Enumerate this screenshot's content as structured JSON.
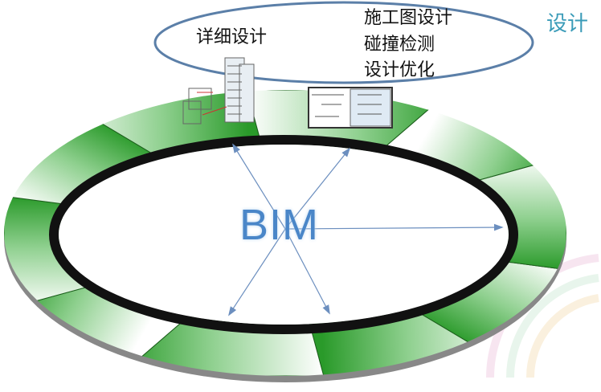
{
  "center_label": "BIM",
  "title_fragment": "设计",
  "callout": {
    "left_label": "详细设计",
    "right_labels": [
      "施工图设计",
      "碰撞检测",
      "设计优化"
    ]
  },
  "colors": {
    "green": "#2e9a2e",
    "band": "#111111",
    "callout_border": "#5b7fa8",
    "bim_text": "#4a86c8",
    "arrow": "#6c8fbf"
  },
  "segment_count": 10
}
